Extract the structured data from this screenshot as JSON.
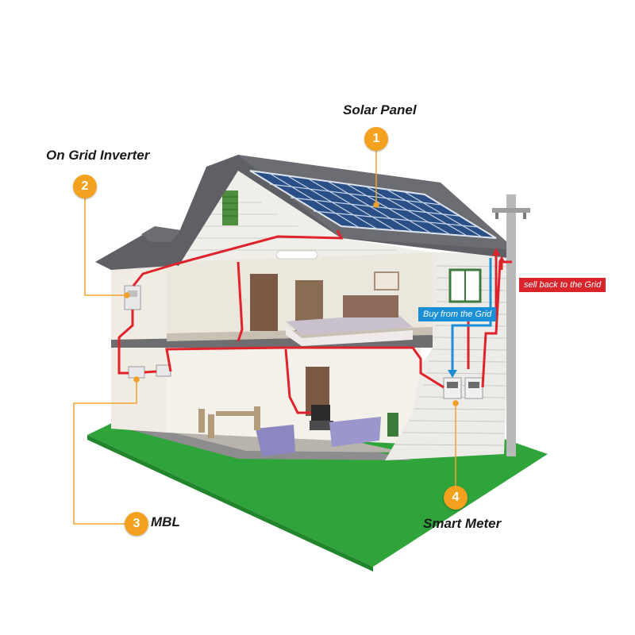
{
  "colors": {
    "badge": "#f3a11e",
    "callout_line": "#f0a02a",
    "wire": "#e0222a",
    "grid_flow_buy": "#1b8fd6",
    "grid_flow_sell": "#d8242a",
    "lawn": "#2fa43a",
    "roof": "#5f6066",
    "solar_panel": "#2a4f86"
  },
  "callouts": [
    {
      "id": "solar",
      "number": "1",
      "label": "Solar Panel",
      "icon": "solar-panel-icon"
    },
    {
      "id": "inverter",
      "number": "2",
      "label": "On Grid Inverter",
      "icon": "inverter-icon"
    },
    {
      "id": "mbl",
      "number": "3",
      "label": "MBL",
      "icon": "breaker-icon"
    },
    {
      "id": "meter",
      "number": "4",
      "label": "Smart Meter",
      "icon": "meter-icon"
    }
  ],
  "grid_flows": {
    "sell": "sell back to the Grid",
    "buy": "Buy from the Grid"
  }
}
